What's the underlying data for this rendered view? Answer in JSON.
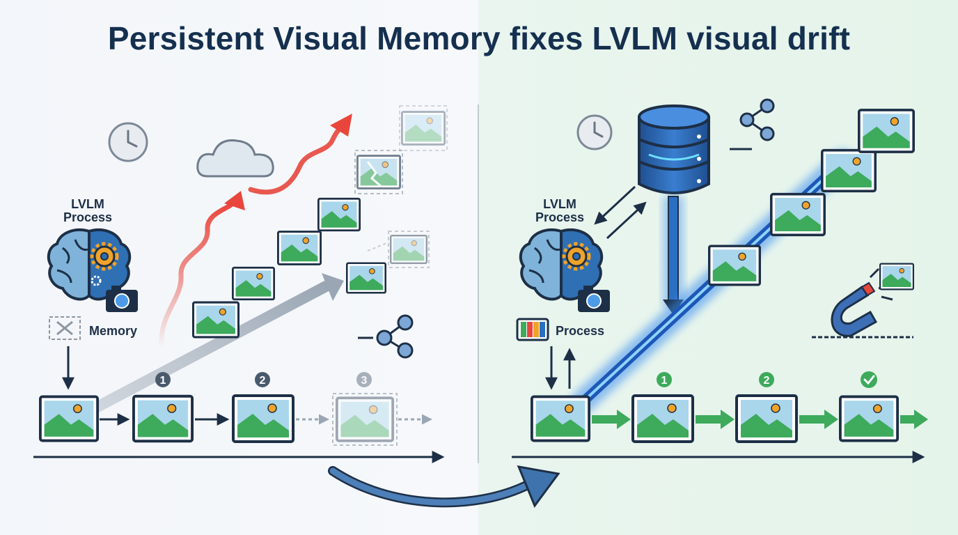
{
  "title": "Persistent Visual Memory fixes LVLM visual drift",
  "left": {
    "process_label_line1": "LVLM",
    "process_label_line2": "Process",
    "memory_label": "Memory",
    "step_badges": [
      "1",
      "2",
      "3"
    ]
  },
  "right": {
    "process_label_line1": "LVLM",
    "process_label_line2": "Process",
    "process_label": "Process",
    "step_badges": [
      "1",
      "2"
    ]
  },
  "colors": {
    "title": "#15304f",
    "navy": "#1d2f46",
    "drift_red": "#e8463c",
    "stable_green": "#3daa5c",
    "memory_blue": "#2b6fc2",
    "glow_blue": "#3b8ef0"
  }
}
